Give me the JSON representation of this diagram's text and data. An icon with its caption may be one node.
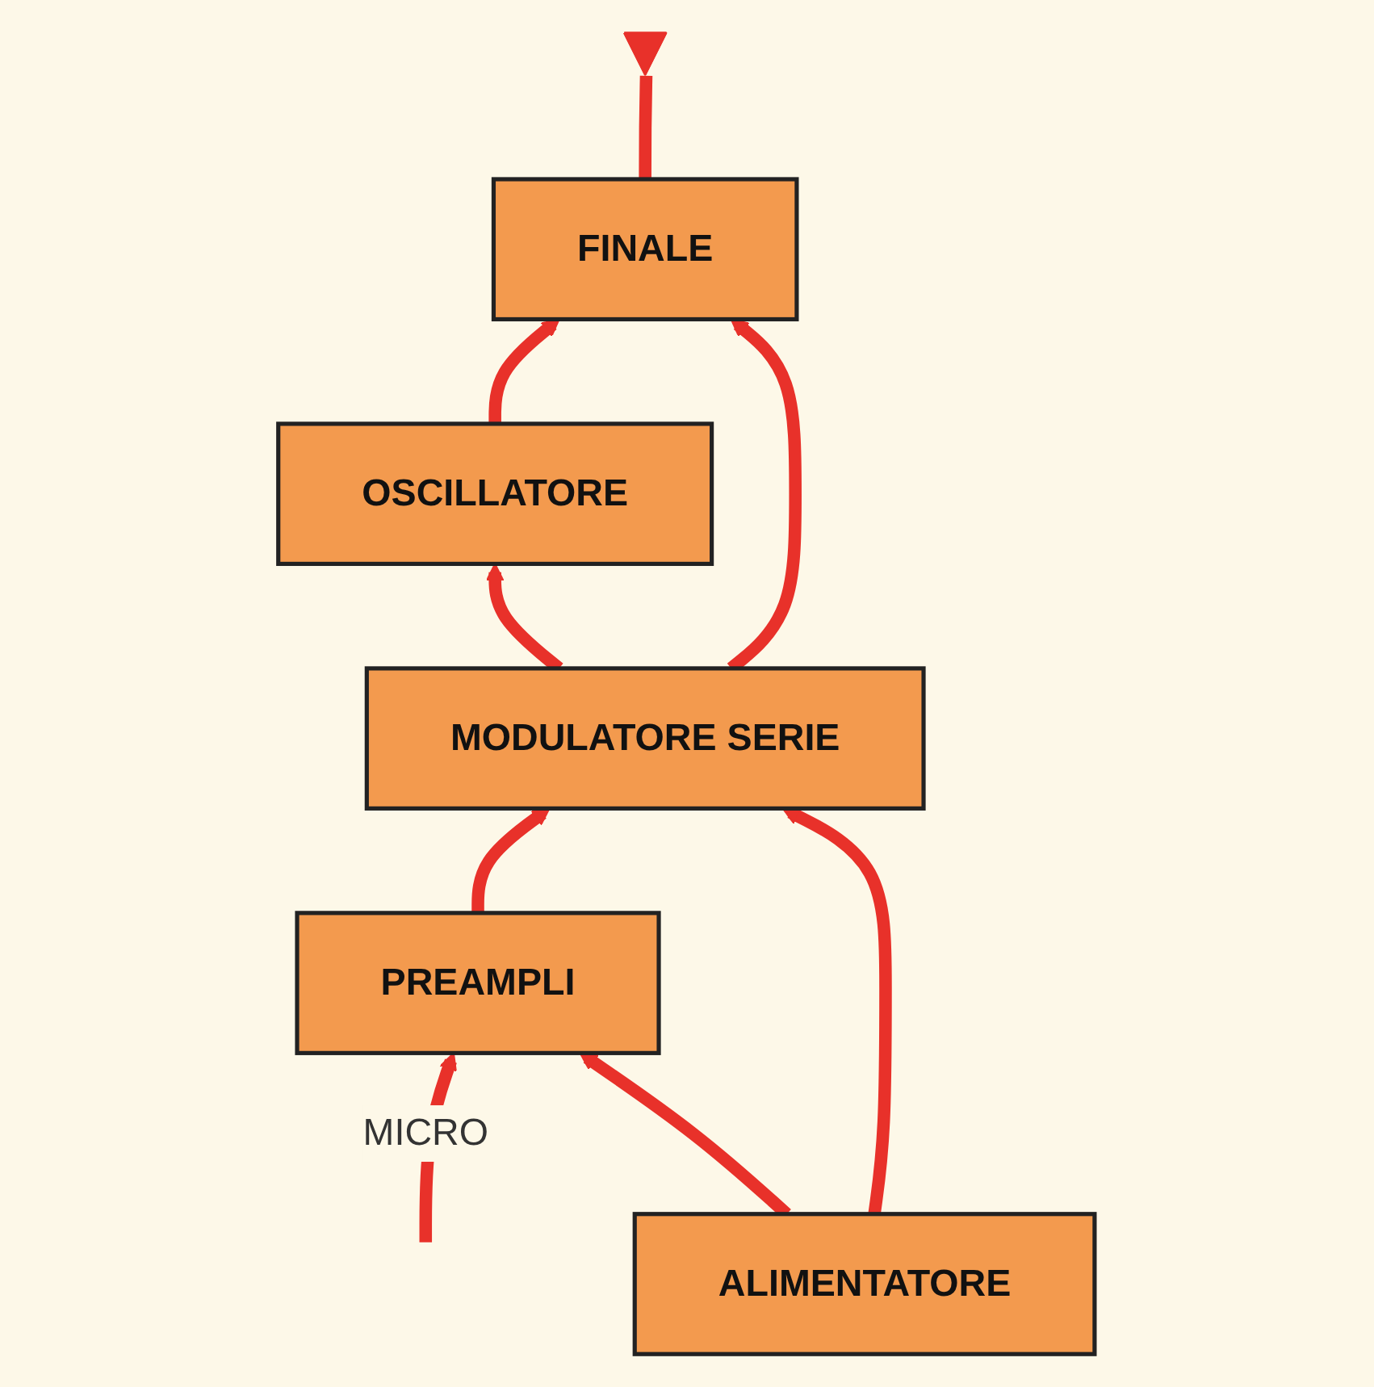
{
  "diagram": {
    "nodes": [
      {
        "text": [
          "OSCILLATORE"
        ]
      },
      {
        "text": [
          "FINALE"
        ]
      },
      {
        "text": [
          "PREAMPLI"
        ]
      },
      {
        "text": [
          "MODULATORE SERIE"
        ]
      },
      {
        "text": [
          "ALIMENTATORE"
        ]
      },
      {
        "text": [],
        "shape": "antenna"
      }
    ],
    "edges": [
      {
        "from": 0,
        "to": 1,
        "arrow": "to"
      },
      {
        "from": 1,
        "to": 5,
        "arrow": "none"
      },
      {
        "from": null,
        "to": 2,
        "arrow": "to",
        "label": "MICRO"
      },
      {
        "from": 2,
        "to": 3,
        "arrow": "to"
      },
      {
        "from": 3,
        "to": 0,
        "arrow": "to"
      },
      {
        "from": 3,
        "to": 1,
        "arrow": "to"
      },
      {
        "from": 4,
        "to": 2,
        "arrow": "to"
      },
      {
        "from": 4,
        "to": 3,
        "arrow": "to"
      }
    ]
  }
}
